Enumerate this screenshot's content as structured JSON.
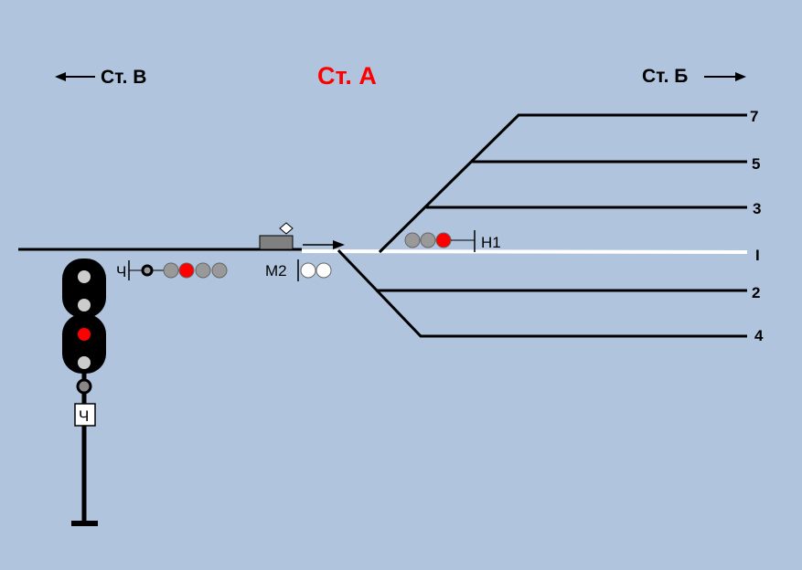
{
  "headers": {
    "left": "Ст. В",
    "center": "Ст. А",
    "right": "Ст. Б"
  },
  "tracks": {
    "t7": "7",
    "t5": "5",
    "t3": "3",
    "tI": "I",
    "t2": "2",
    "t4": "4"
  },
  "signals": {
    "n1": "Н1",
    "m2": "М2",
    "ch_small": "Ч",
    "ch_mast_plate": "Ч"
  },
  "colors": {
    "background": "#b0c4de",
    "station_title": "#ff0000",
    "lamp_red": "#ff0000",
    "lamp_grey": "#999999",
    "lamp_white": "#ffffff",
    "free_route": "#ffffff",
    "signal_head": "#000000"
  }
}
